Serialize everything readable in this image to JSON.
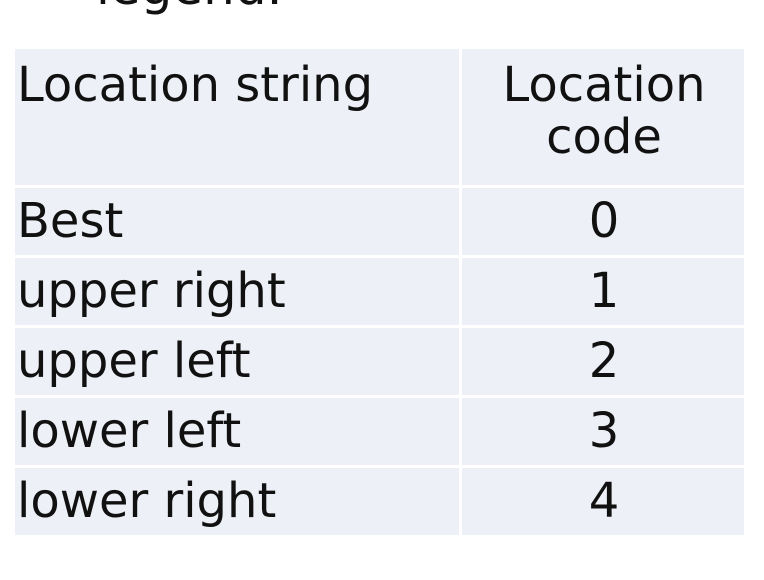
{
  "fragment": "legend.",
  "table": {
    "headers": {
      "location_string": "Location string",
      "location_code_line1": "Location",
      "location_code_line2": "code"
    },
    "rows": [
      {
        "string": "Best",
        "code": "0"
      },
      {
        "string": "upper right",
        "code": "1"
      },
      {
        "string": "upper left",
        "code": "2"
      },
      {
        "string": "lower left",
        "code": "3"
      },
      {
        "string": "lower right",
        "code": "4"
      }
    ]
  }
}
